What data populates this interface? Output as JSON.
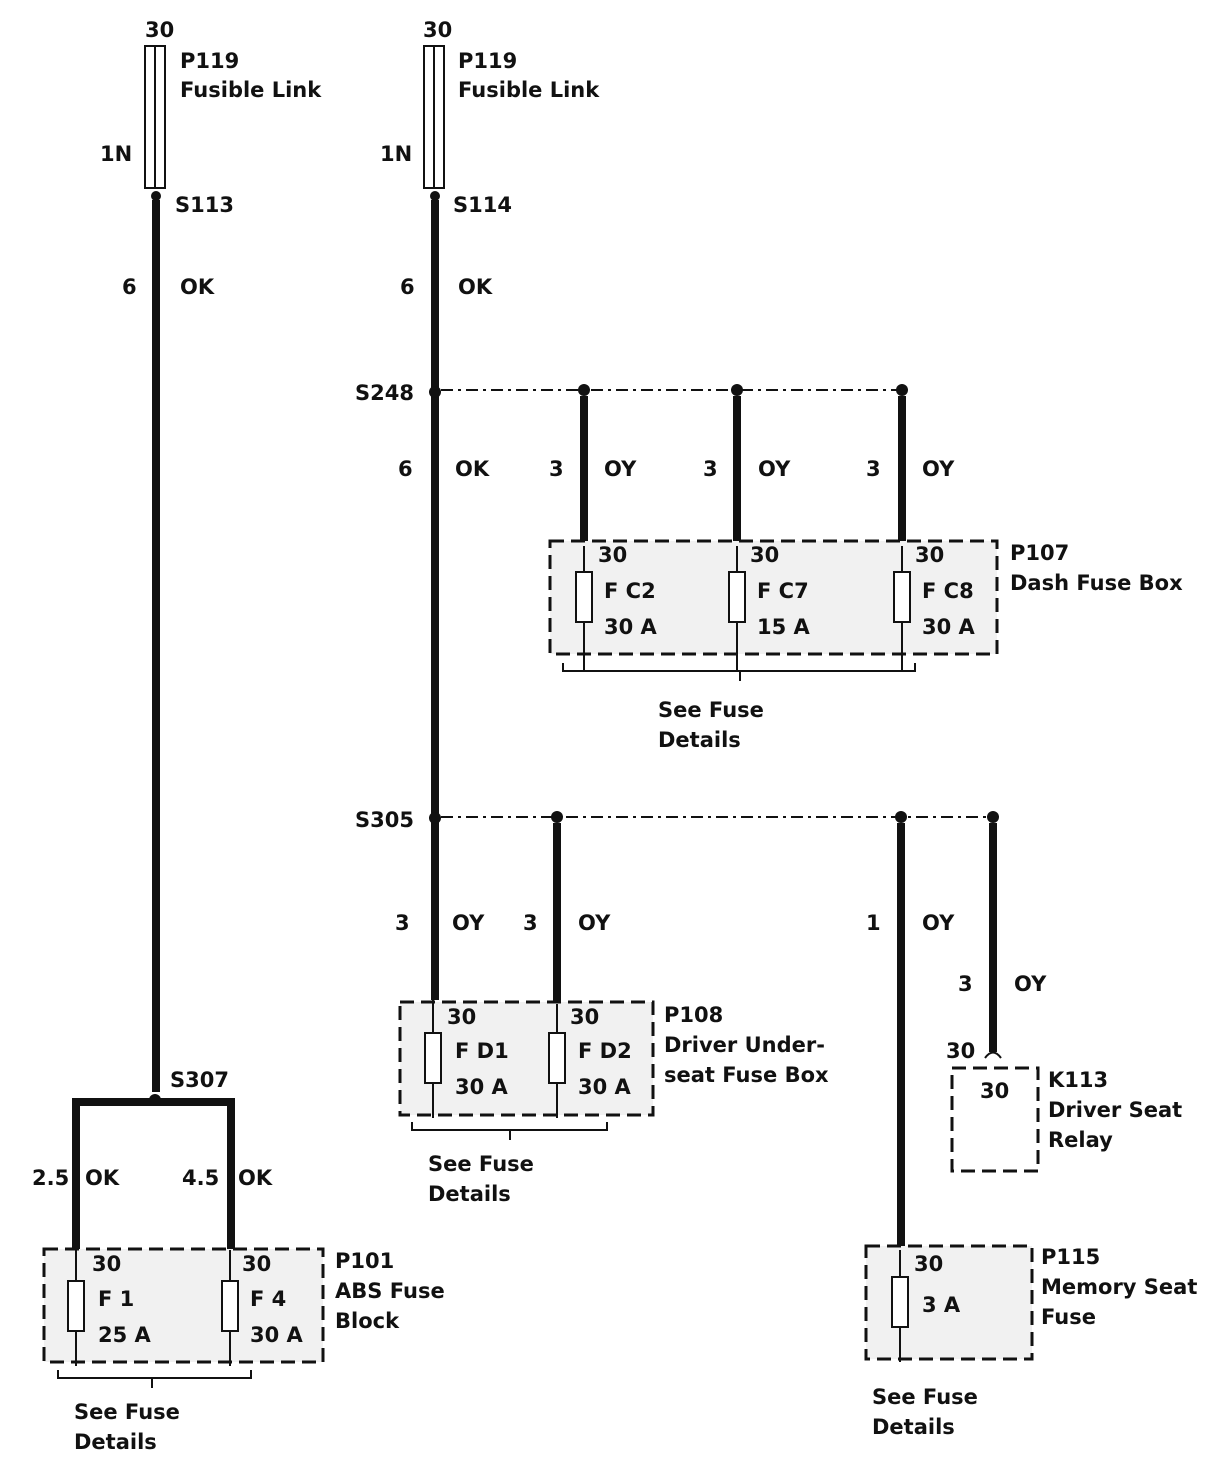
{
  "links": [
    {
      "top": "30",
      "id": "P119",
      "name": "Fusible Link",
      "size": "1N",
      "splice": "S113"
    },
    {
      "top": "30",
      "id": "P119",
      "name": "Fusible Link",
      "size": "1N",
      "splice": "S114"
    }
  ],
  "wires": {
    "w_s113": {
      "size": "6",
      "color": "OK"
    },
    "w_s114": {
      "size": "6",
      "color": "OK"
    },
    "w_s248": {
      "size": "6",
      "color": "OK"
    },
    "w_c2": {
      "size": "3",
      "color": "OY"
    },
    "w_c7": {
      "size": "3",
      "color": "OY"
    },
    "w_c8": {
      "size": "3",
      "color": "OY"
    },
    "w_d1": {
      "size": "3",
      "color": "OY"
    },
    "w_d2": {
      "size": "3",
      "color": "OY"
    },
    "w_mem": {
      "size": "1",
      "color": "OY"
    },
    "w_relay": {
      "size": "3",
      "color": "OY"
    },
    "w_f1": {
      "size": "2.5",
      "color": "OK"
    },
    "w_f4": {
      "size": "4.5",
      "color": "OK"
    }
  },
  "splices": {
    "s248": "S248",
    "s305": "S305",
    "s307": "S307"
  },
  "p107": {
    "id": "P107",
    "name": "Dash Fuse Box",
    "fuses": [
      {
        "pin": "30",
        "name": "F C2",
        "rating": "30 A"
      },
      {
        "pin": "30",
        "name": "F C7",
        "rating": "15 A"
      },
      {
        "pin": "30",
        "name": "F C8",
        "rating": "30 A"
      }
    ]
  },
  "p108": {
    "id": "P108",
    "name1": "Driver Under-",
    "name2": "seat Fuse Box",
    "fuses": [
      {
        "pin": "30",
        "name": "F D1",
        "rating": "30 A"
      },
      {
        "pin": "30",
        "name": "F D2",
        "rating": "30 A"
      }
    ]
  },
  "p101": {
    "id": "P101",
    "name1": "ABS Fuse",
    "name2": "Block",
    "fuses": [
      {
        "pin": "30",
        "name": "F 1",
        "rating": "25 A"
      },
      {
        "pin": "30",
        "name": "F 4",
        "rating": "30 A"
      }
    ]
  },
  "p115": {
    "id": "P115",
    "name1": "Memory Seat",
    "name2": "Fuse",
    "pin": "30",
    "rating": "3 A"
  },
  "k113": {
    "id": "K113",
    "name1": "Driver Seat",
    "name2": "Relay",
    "pin_outer": "30",
    "pin_inner": "30"
  },
  "see_fuse": {
    "line1": "See Fuse",
    "line2": "Details"
  }
}
